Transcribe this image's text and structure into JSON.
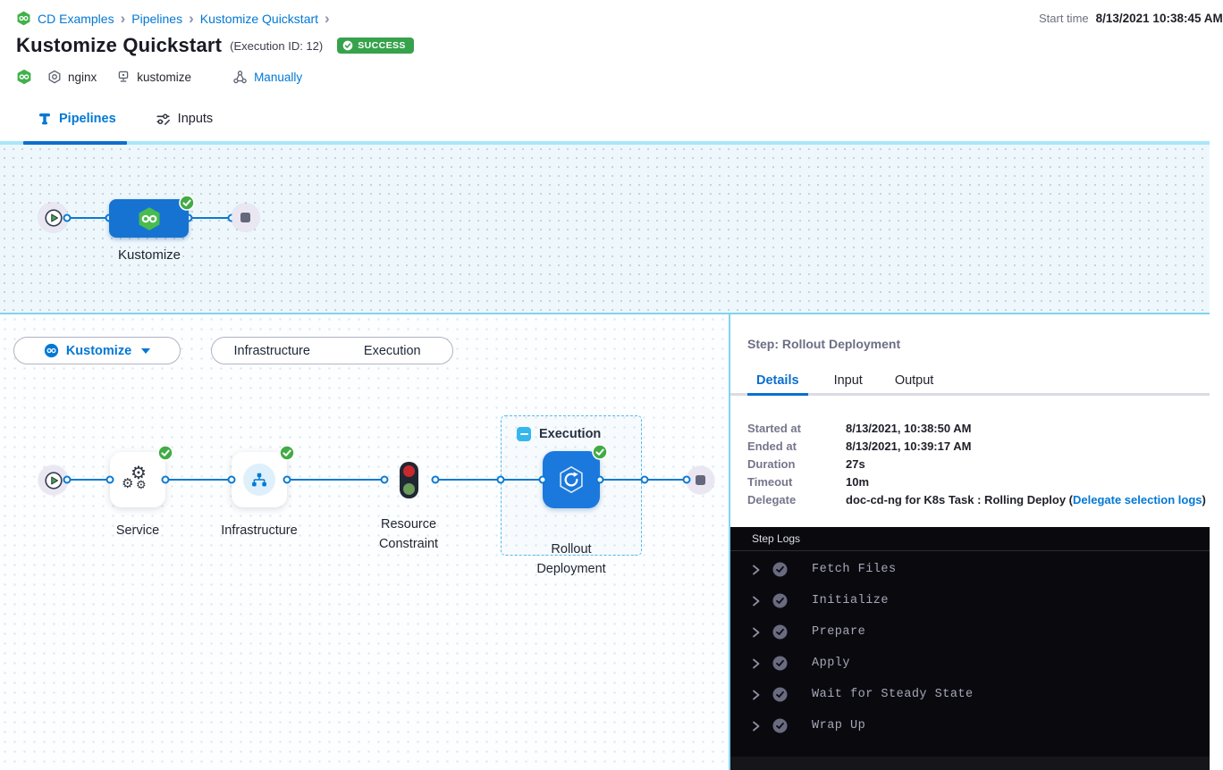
{
  "colors": {
    "primary_blue": "#0278d5",
    "node_blue": "#1673d1",
    "badge_green": "#42ab45",
    "success_badge_green": "#37a24c",
    "log_background": "#0a0a0e"
  },
  "breadcrumb": {
    "separator": "›",
    "items": [
      "CD Examples",
      "Pipelines",
      "Kustomize Quickstart"
    ]
  },
  "topbar": {
    "start_time_label": "Start time",
    "start_time_value": "8/13/2021 10:38:45 AM"
  },
  "header": {
    "title": "Kustomize Quickstart",
    "execution_id": "(Execution ID: 12)",
    "status": "SUCCESS",
    "service_tag": "nginx",
    "environment_tag": "kustomize",
    "trigger_tag": "Manually"
  },
  "tabs": {
    "pipelines": "Pipelines",
    "inputs": "Inputs"
  },
  "pipeline_canvas": {
    "stage_label": "Kustomize"
  },
  "stage_toolbar": {
    "stage_selector": "Kustomize",
    "toggle_infrastructure": "Infrastructure",
    "toggle_execution": "Execution"
  },
  "execution_graph": {
    "group_label": "Execution",
    "nodes": [
      "Service",
      "Infrastructure",
      "Resource Constraint",
      "Rollout Deployment"
    ]
  },
  "step_panel": {
    "title": "Step: Rollout Deployment",
    "tabs": [
      "Details",
      "Input",
      "Output"
    ],
    "details": {
      "rows": [
        {
          "label": "Started at",
          "value": "8/13/2021, 10:38:50 AM"
        },
        {
          "label": "Ended at",
          "value": "8/13/2021, 10:39:17 AM"
        },
        {
          "label": "Duration",
          "value": "27s"
        },
        {
          "label": "Timeout",
          "value": "10m"
        }
      ],
      "delegate_label": "Delegate",
      "delegate_prefix": "doc-cd-ng for K8s Task : Rolling Deploy (",
      "delegate_link": "Delegate selection logs",
      "delegate_suffix": ")"
    }
  },
  "step_logs": {
    "title": "Step Logs",
    "entries": [
      "Fetch Files",
      "Initialize",
      "Prepare",
      "Apply",
      "Wait for Steady State",
      "Wrap Up"
    ]
  },
  "icons": {
    "gear": "⚙"
  }
}
